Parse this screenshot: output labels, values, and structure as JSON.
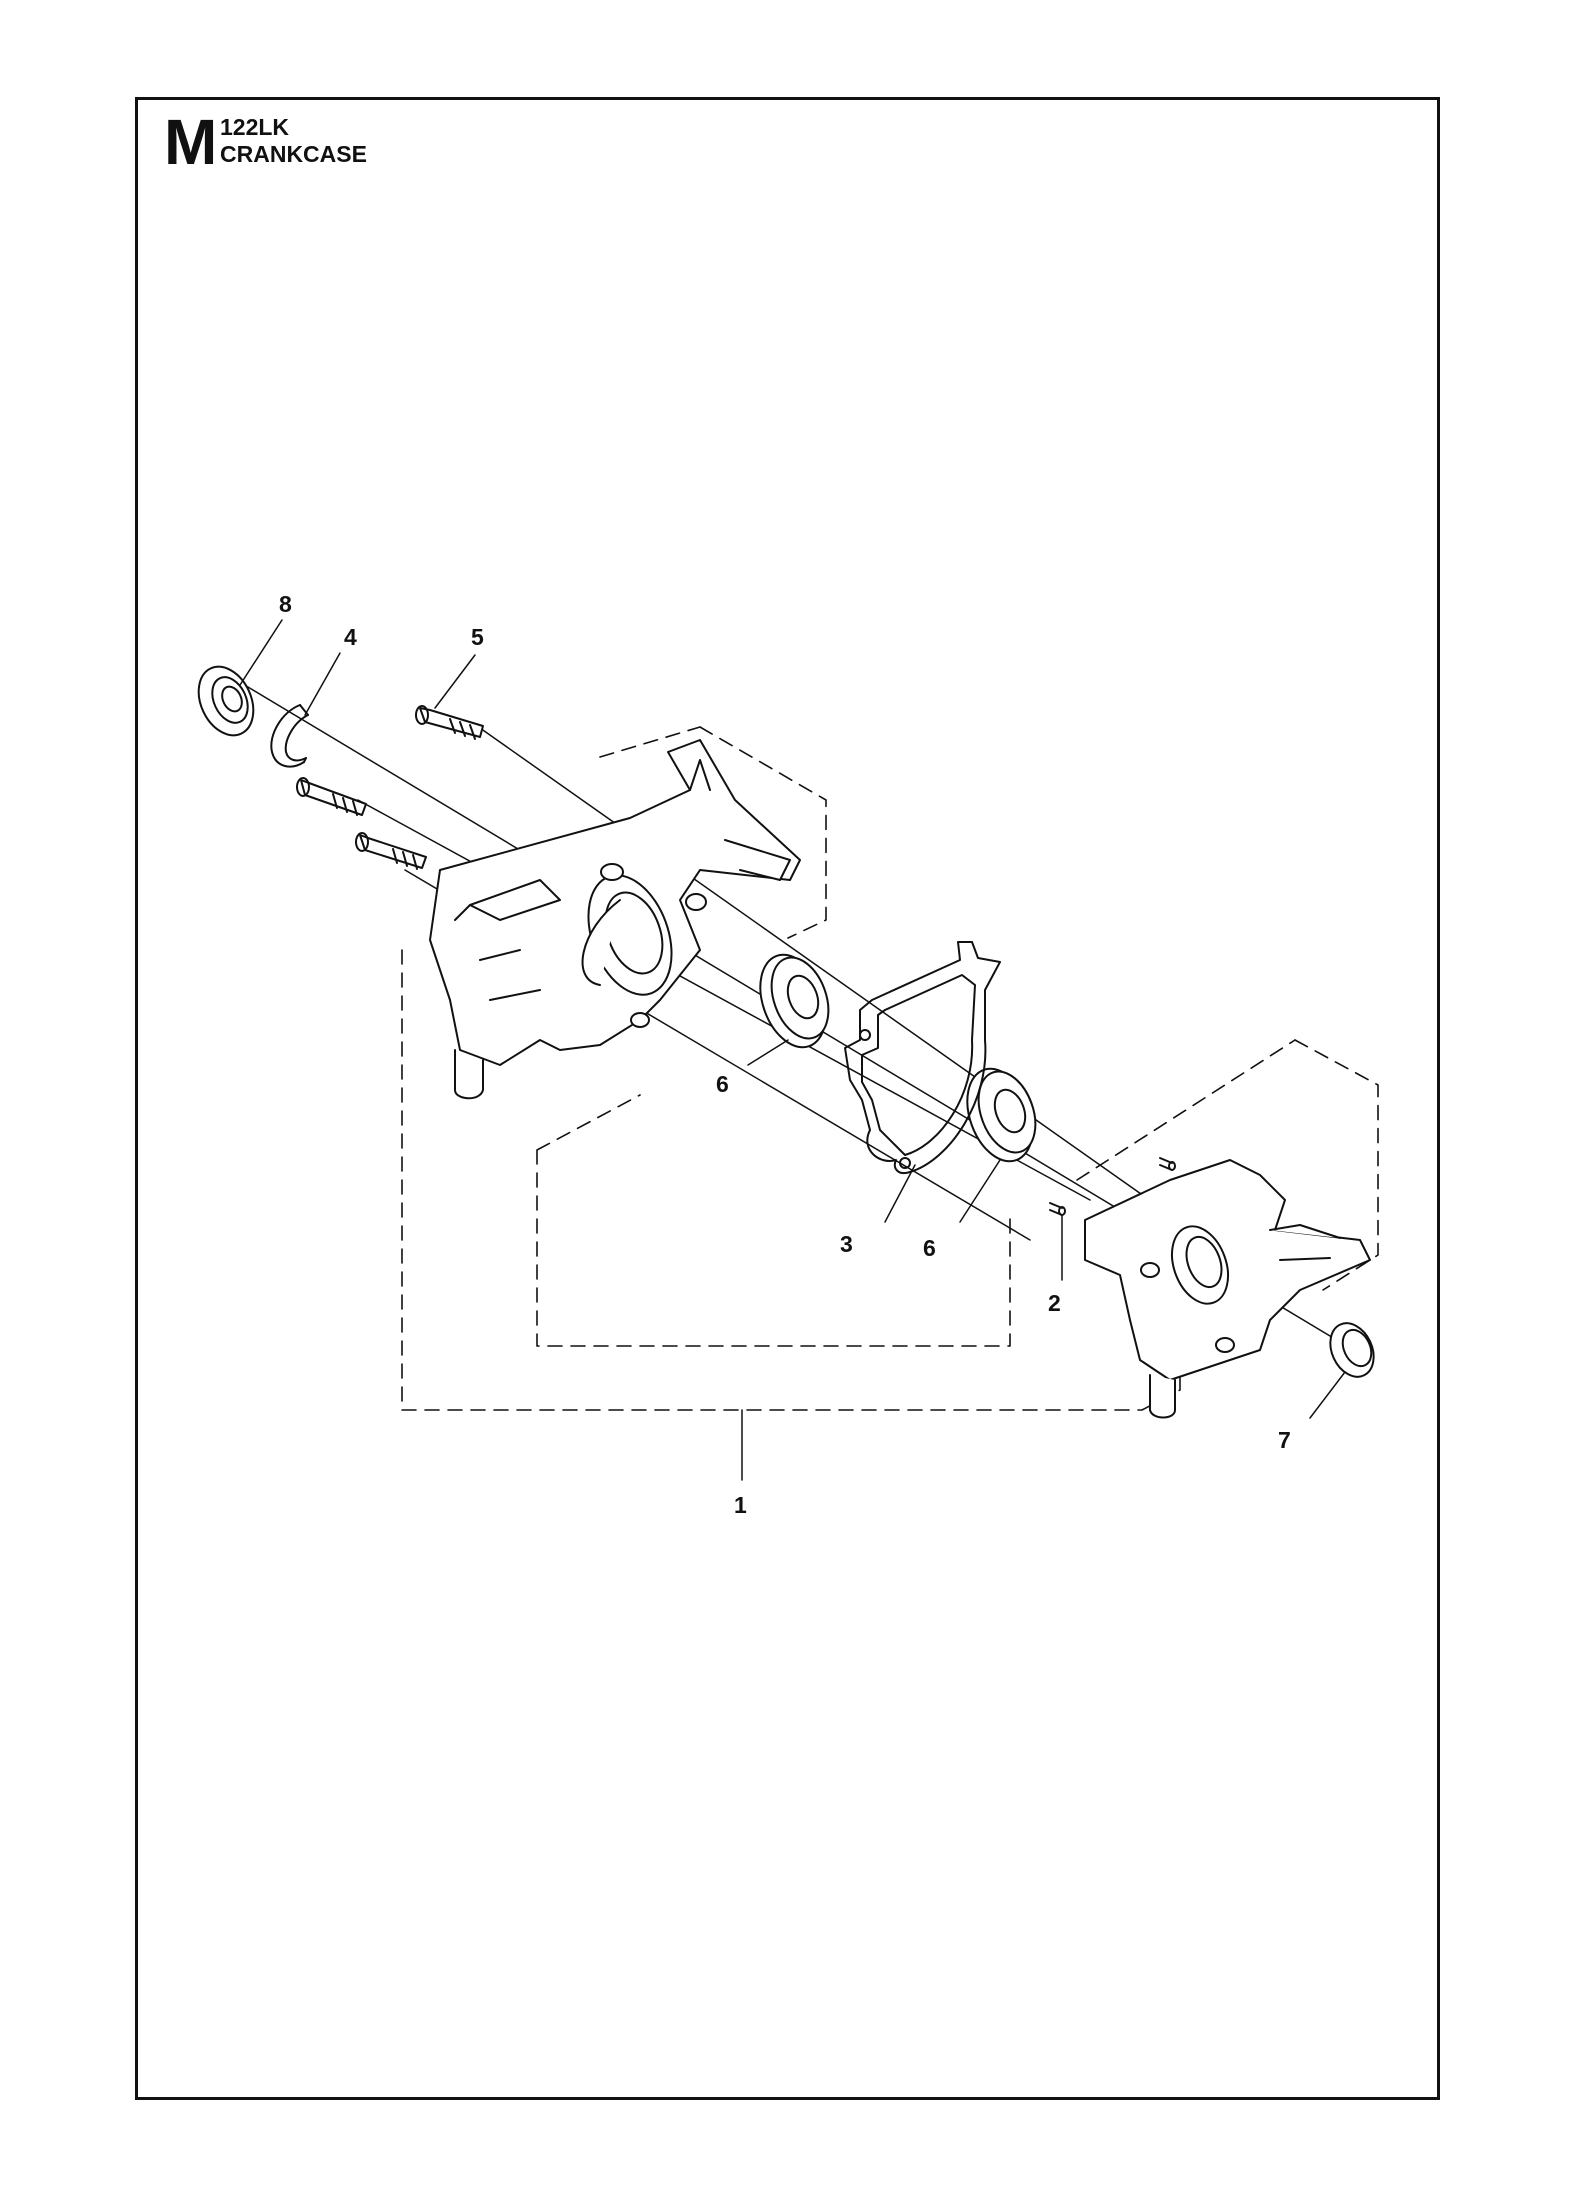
{
  "header": {
    "section_letter": "M",
    "model": "122LK",
    "title": "CRANKCASE"
  },
  "callouts": {
    "c1": "1",
    "c2": "2",
    "c3": "3",
    "c4": "4",
    "c5": "5",
    "c6a": "6",
    "c6b": "6",
    "c7": "7",
    "c8": "8"
  },
  "colors": {
    "line": "#111111",
    "background": "#ffffff"
  }
}
